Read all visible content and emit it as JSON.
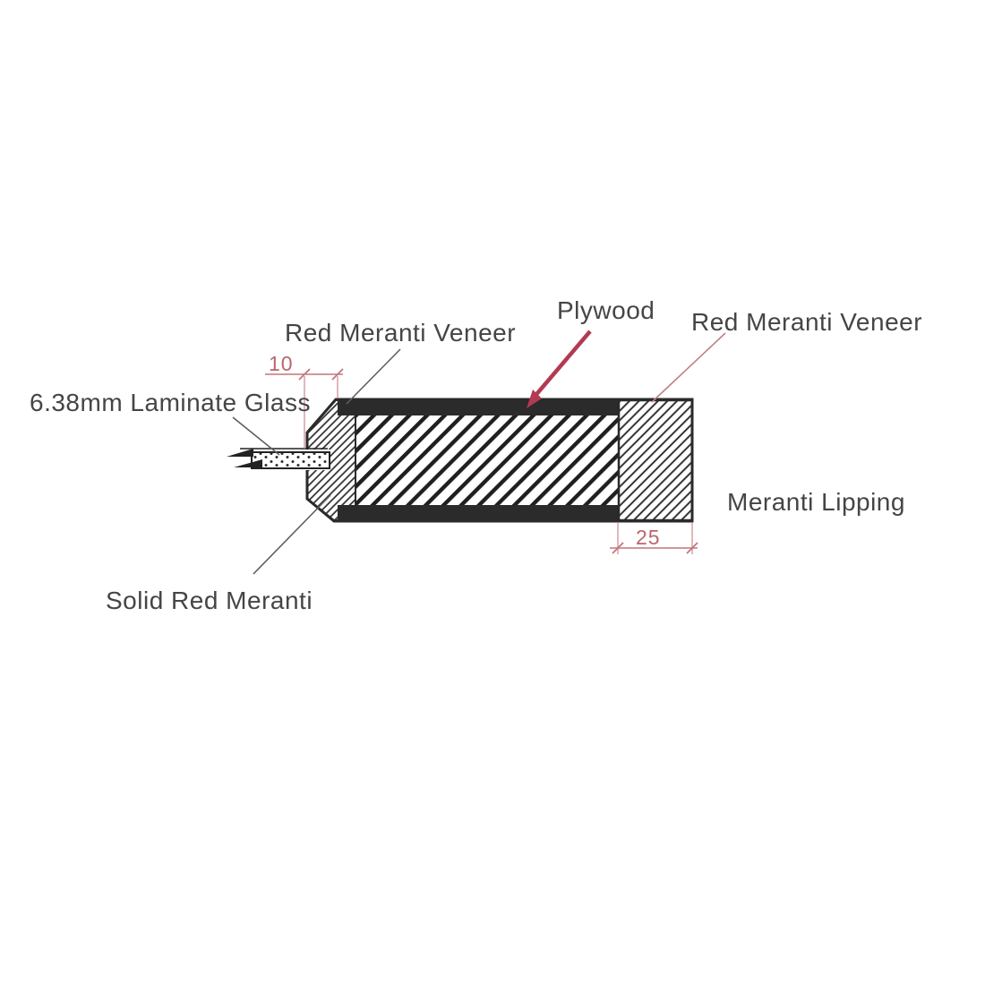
{
  "diagram": {
    "type": "technical-cross-section",
    "subject": "glazed door / panel edge construction detail",
    "labels": {
      "veneer_left": "Red Meranti Veneer",
      "plywood": "Plywood",
      "veneer_right": "Red Meranti Veneer",
      "laminate_glass": "6.38mm Laminate Glass",
      "meranti_lipping": "Meranti Lipping",
      "solid_red_meranti": "Solid Red Meranti"
    },
    "dimensions": {
      "glass_rebate_depth": "10",
      "lipping_width": "25"
    },
    "colors": {
      "label_text": "#454545",
      "dimension_red": "#c0767c",
      "dimension_text_red": "#b9666c",
      "plywood_arrow_crimson": "#b23a52",
      "outline_dark": "#2a2a2a",
      "veneer_fill": "#2b2b2b",
      "leader_gray": "#5f5f5f",
      "background": "#ffffff"
    }
  }
}
